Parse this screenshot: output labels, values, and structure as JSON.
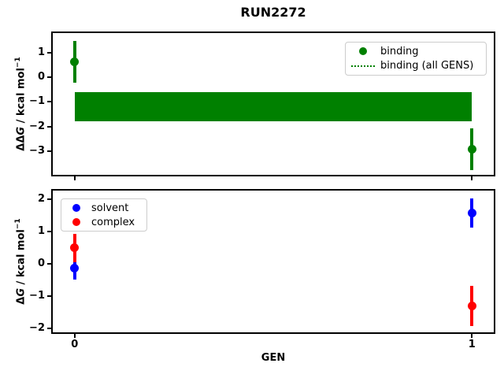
{
  "figure": {
    "background": "#ffffff"
  },
  "chart_data": [
    {
      "type": "scatter",
      "title": "RUN2272",
      "xlabel": "",
      "ylabel": "ΔΔG / kcal mol⁻¹",
      "ylabel_parts": {
        "delta": "ΔΔ",
        "var": "G",
        "unit": " / kcal mol",
        "exp": "−1"
      },
      "xlim": [
        -0.055,
        1.055
      ],
      "ylim": [
        -3.94,
        1.78
      ],
      "xticks": [
        0,
        1
      ],
      "yticks": [
        1,
        0,
        -1,
        -2,
        -3
      ],
      "grid": false,
      "series": [
        {
          "name": "binding",
          "color": "#008000",
          "marker": "circle",
          "x": [
            0,
            1
          ],
          "y": [
            0.62,
            -2.92
          ],
          "yerr": [
            0.83,
            0.84
          ]
        }
      ],
      "band": {
        "label": "binding (all GENS)",
        "color": "#008000",
        "linestyle": "dotted",
        "x": [
          0,
          1
        ],
        "y_lo": -1.79,
        "y_hi": -0.6,
        "y_center": -1.2
      },
      "legend": {
        "position": "upper right",
        "entries": [
          {
            "label": "binding",
            "handle": "dot",
            "color": "#008000"
          },
          {
            "label": "binding (all GENS)",
            "handle": "dotted-line",
            "color": "#008000"
          }
        ]
      }
    },
    {
      "type": "scatter",
      "title": "",
      "xlabel": "GEN",
      "ylabel": "ΔG / kcal mol⁻¹",
      "ylabel_parts": {
        "delta": "Δ",
        "var": "G",
        "unit": " / kcal mol",
        "exp": "−1"
      },
      "xlim": [
        -0.055,
        1.055
      ],
      "ylim": [
        -2.12,
        2.27
      ],
      "xticks": [
        0,
        1
      ],
      "yticks": [
        2,
        1,
        0,
        -1,
        -2
      ],
      "grid": false,
      "series": [
        {
          "name": "solvent",
          "color": "#0000ff",
          "marker": "circle",
          "x": [
            0,
            1
          ],
          "y": [
            -0.13,
            1.57
          ],
          "yerr": [
            0.36,
            0.45
          ]
        },
        {
          "name": "complex",
          "color": "#ff0000",
          "marker": "circle",
          "x": [
            0,
            1
          ],
          "y": [
            0.49,
            -1.31
          ],
          "yerr": [
            0.45,
            0.62
          ]
        }
      ],
      "legend": {
        "position": "upper left",
        "entries": [
          {
            "label": "solvent",
            "handle": "dot",
            "color": "#0000ff"
          },
          {
            "label": "complex",
            "handle": "dot",
            "color": "#ff0000"
          }
        ]
      }
    }
  ]
}
